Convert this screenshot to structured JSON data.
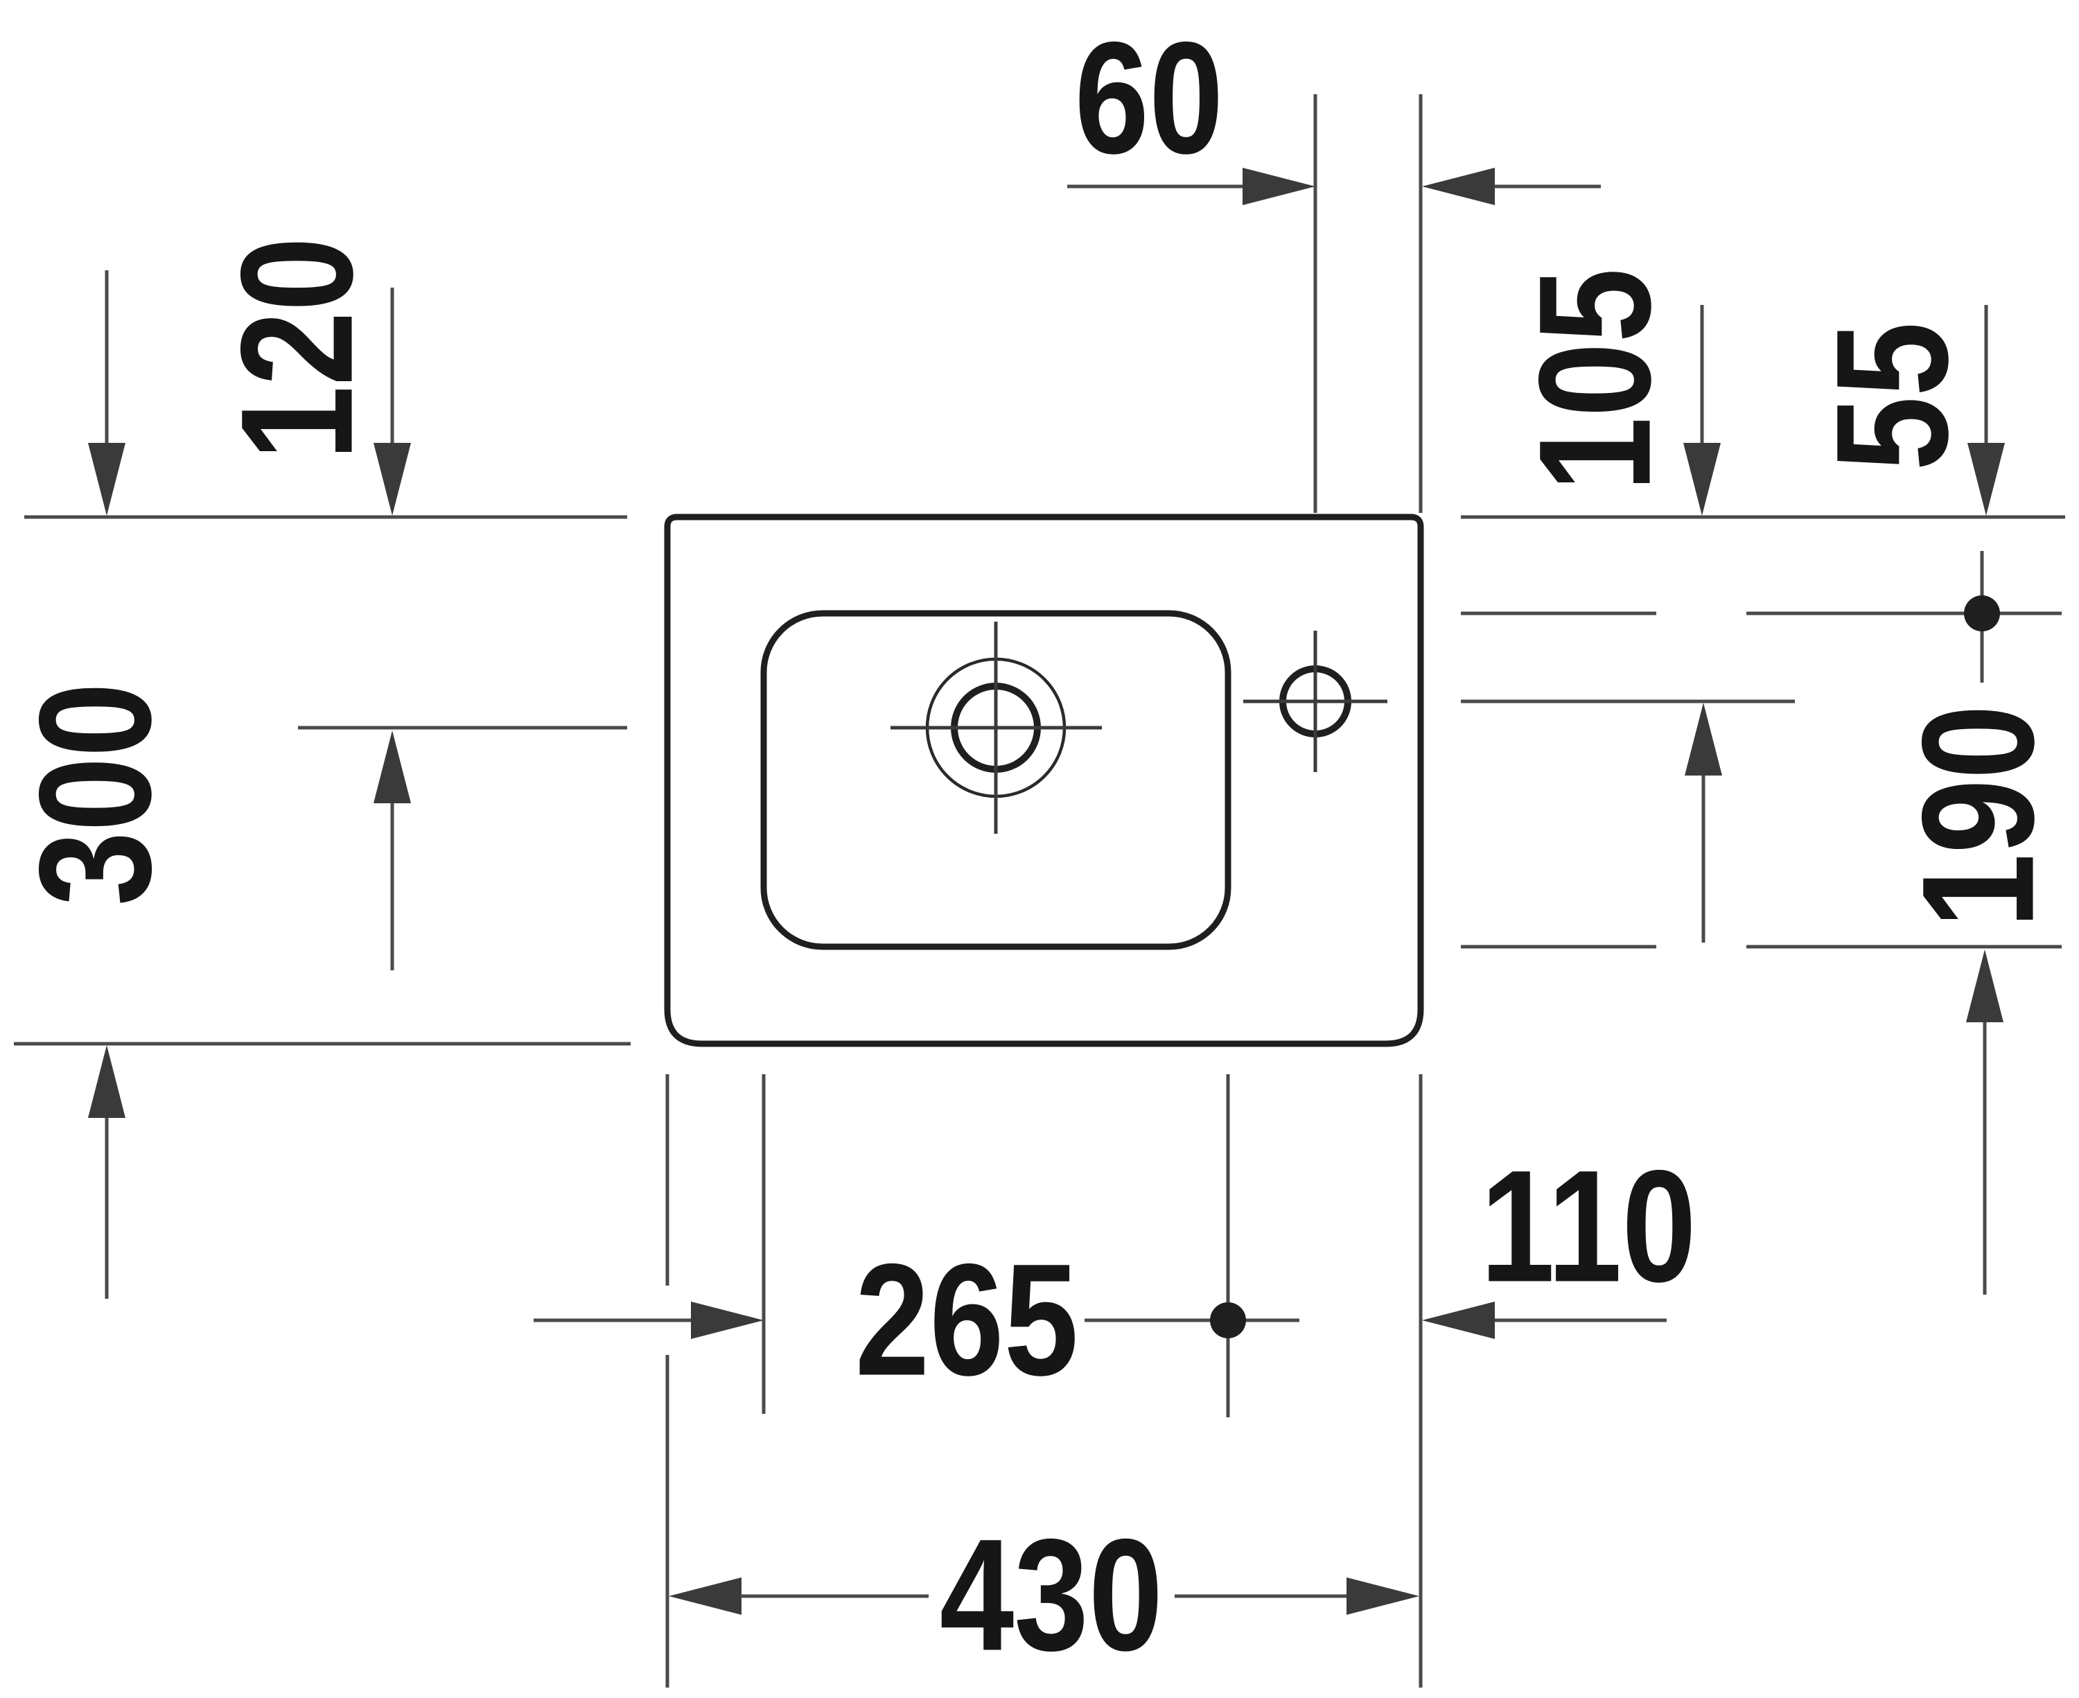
{
  "drawing": {
    "title": "washbasin-plan-dimension-drawing",
    "background": "#ffffff",
    "colors": {
      "outline": "#1f1f1f",
      "dimension_lines": "#4a4a4a",
      "text": "#161616"
    },
    "dimensions": {
      "hole_offset_from_right_edge": "60",
      "hole_depth_from_top_edge": "105",
      "basin_offset_from_top_edge": "55",
      "faucet_depth_from_top_edge": "120",
      "overall_depth": "300",
      "basin_depth": "190",
      "basin_width": "265",
      "basin_offset_from_right_edge": "110",
      "overall_width": "430"
    }
  }
}
